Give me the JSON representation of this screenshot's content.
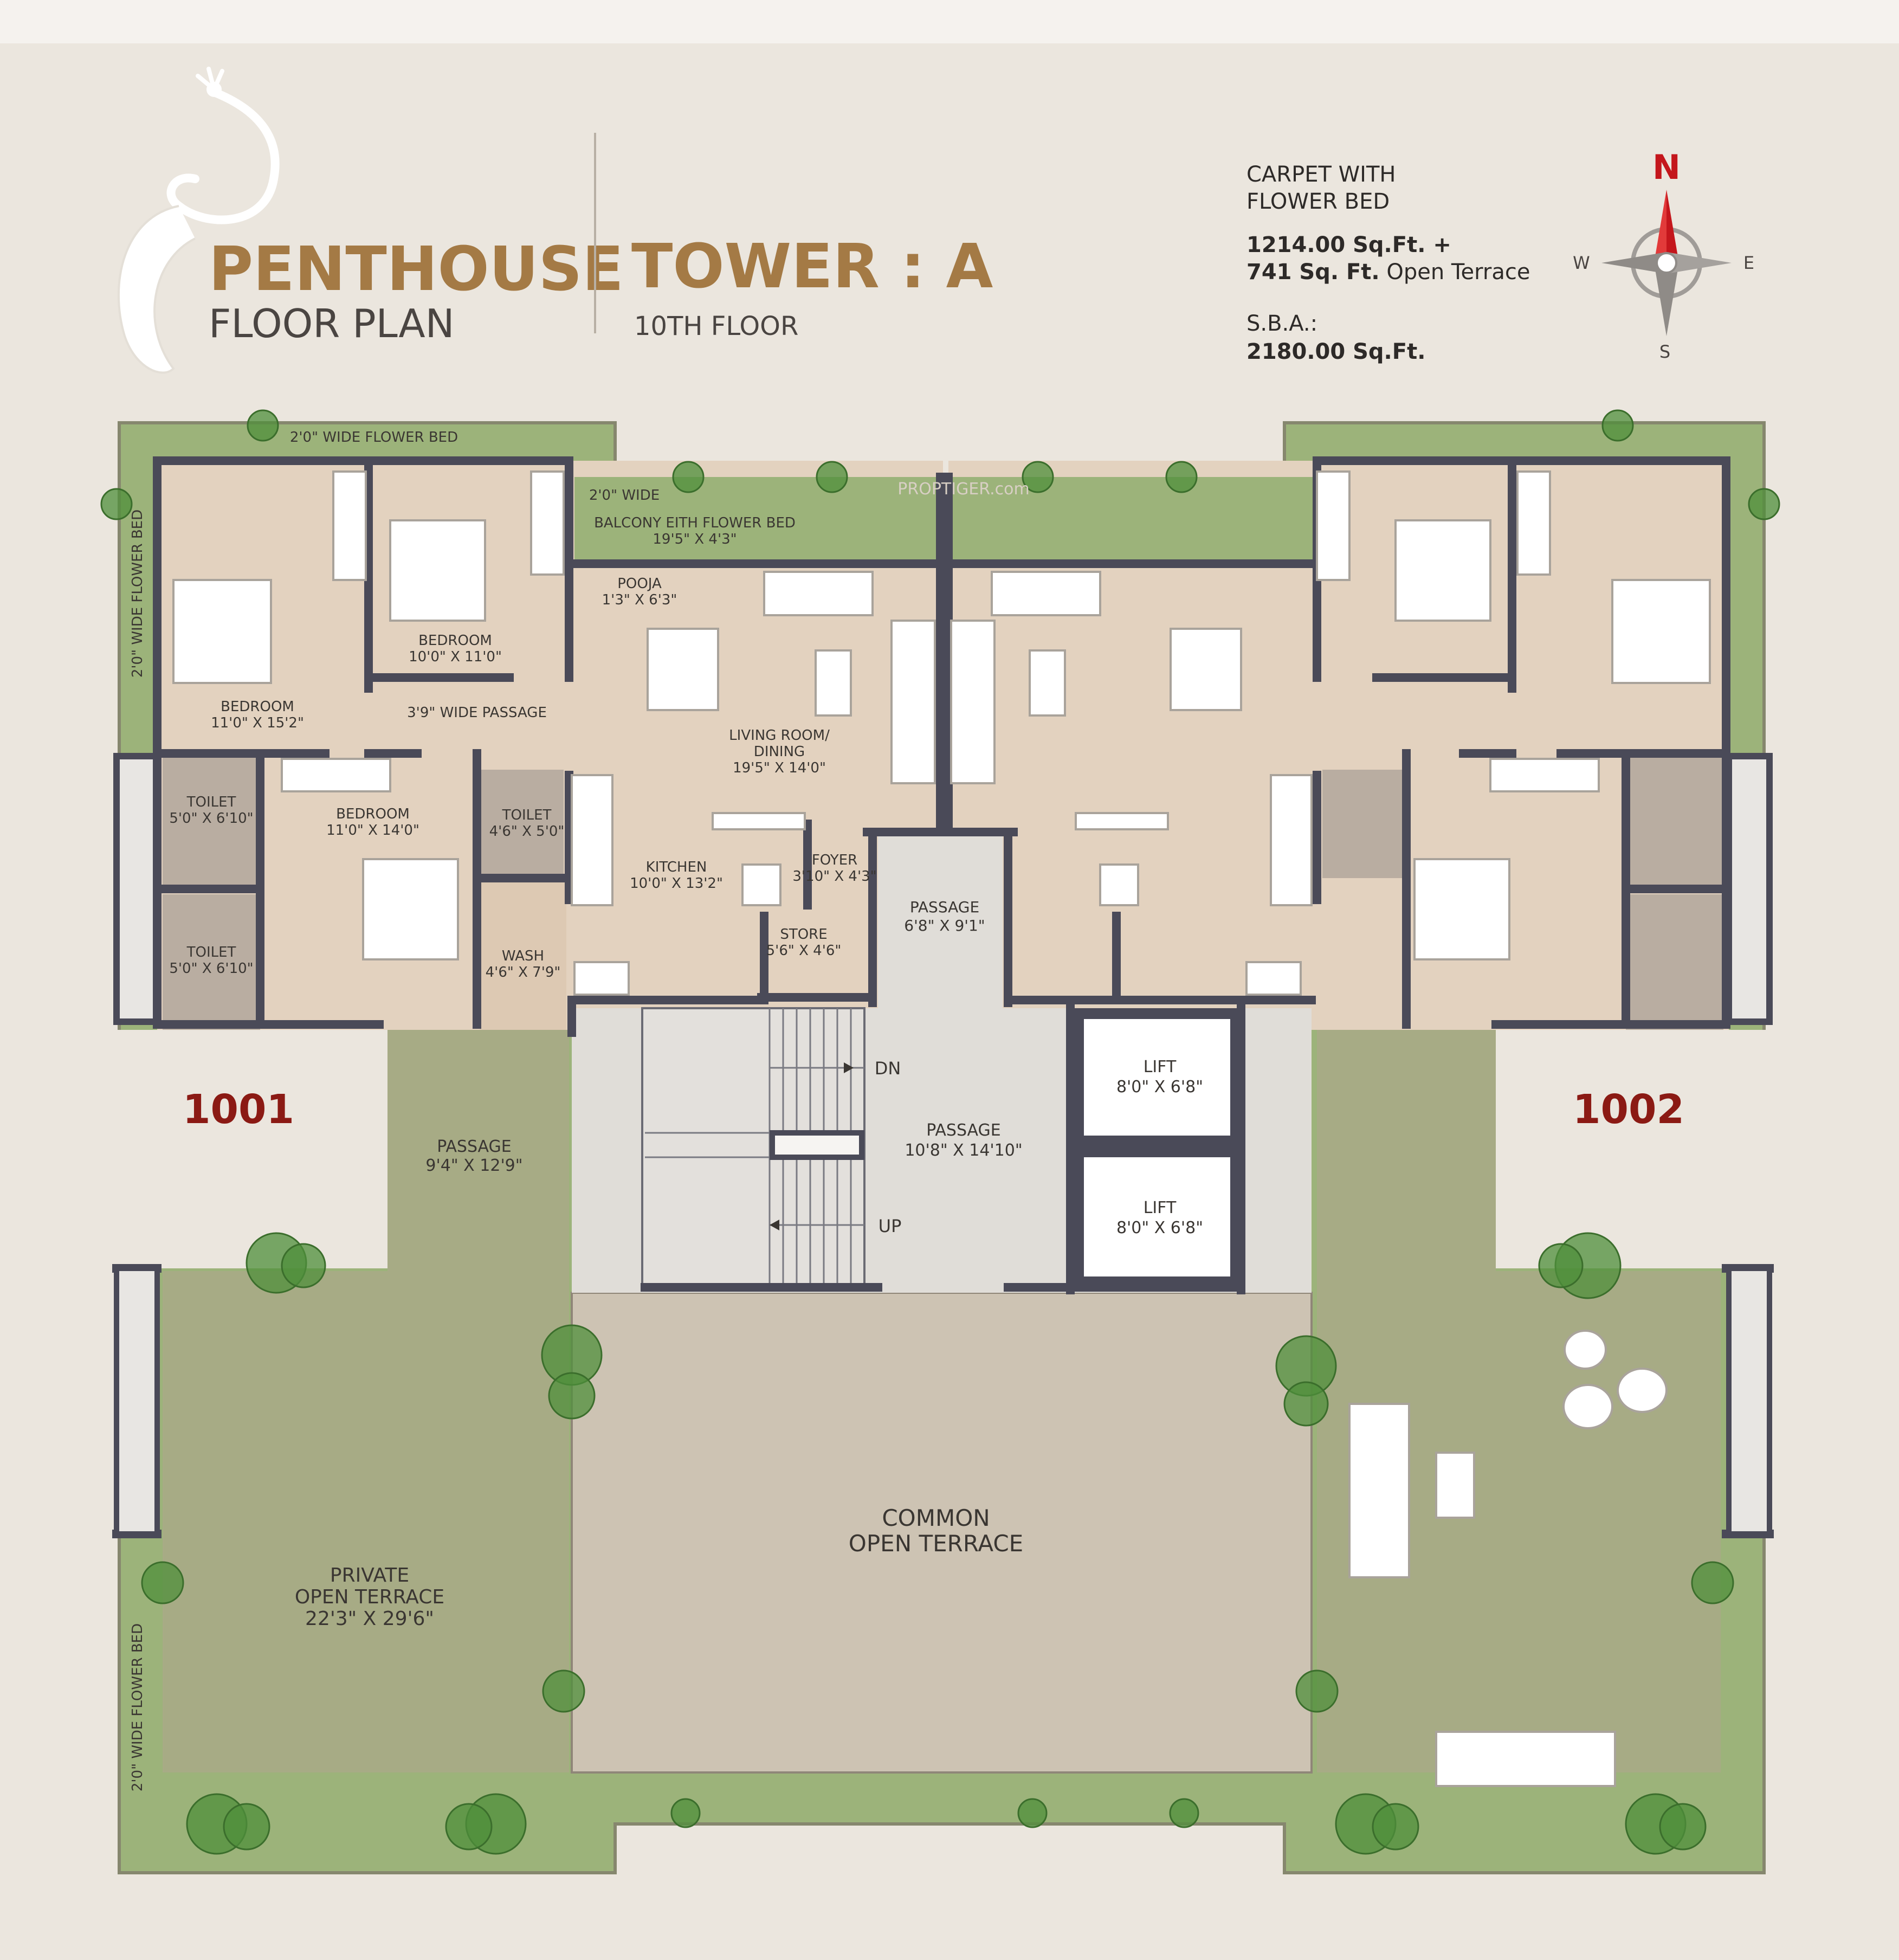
{
  "header": {
    "title_line1": "PENTHOUSE",
    "title_line2": "FLOOR PLAN",
    "tower": "TOWER : A",
    "floor": "10TH FLOOR"
  },
  "area_info": {
    "carpet_label_1": "CARPET WITH",
    "carpet_label_2": "FLOWER BED",
    "carpet_value_1": "1214.00 Sq.Ft. +",
    "carpet_value_2_bold": "741 Sq. Ft.",
    "carpet_value_2_rest": "Open Terrace",
    "sba_label": "S.B.A.:",
    "sba_value": "2180.00 Sq.Ft."
  },
  "compass": {
    "n": "N",
    "s": "S",
    "e": "E",
    "w": "W"
  },
  "watermark": "PROPTIGER.com",
  "units": {
    "left": "1001",
    "right": "1002"
  },
  "rooms": {
    "flower_bed_top": "2'0\" WIDE FLOWER BED",
    "flower_bed_left_top": "2'0\" WIDE FLOWER BED",
    "flower_bed_left_bottom": "2'0\" WIDE FLOWER BED",
    "balcony_1": "2'0\" WIDE",
    "balcony_2": "BALCONY EITH FLOWER BED",
    "balcony_3": "19'5\" X 4'3\"",
    "pooja_1": "POOJA",
    "pooja_2": "1'3\" X 6'3\"",
    "bedroom_a_1": "BEDROOM",
    "bedroom_a_2": "10'0\" X 11'0\"",
    "bedroom_b_1": "BEDROOM",
    "bedroom_b_2": "11'0\" X 15'2\"",
    "passage_wide": "3'9\" WIDE PASSAGE",
    "living_1": "LIVING ROOM/",
    "living_2": "DINING",
    "living_3": "19'5\" X 14'0\"",
    "toilet_a_1": "TOILET",
    "toilet_a_2": "5'0\" X 6'10\"",
    "bedroom_c_1": "BEDROOM",
    "bedroom_c_2": "11'0\" X 14'0\"",
    "toilet_b_1": "TOILET",
    "toilet_b_2": "4'6\" X 5'0\"",
    "kitchen_1": "KITCHEN",
    "kitchen_2": "10'0\" X 13'2\"",
    "foyer_1": "FOYER",
    "foyer_2": "3'10\" X 4'3\"",
    "passage_a_1": "PASSAGE",
    "passage_a_2": "6'8\" X 9'1\"",
    "toilet_c_1": "TOILET",
    "toilet_c_2": "5'0\" X 6'10\"",
    "wash_1": "WASH",
    "wash_2": "4'6\" X 7'9\"",
    "store_1": "STORE",
    "store_2": "5'6\" X 4'6\"",
    "stair_dn": "DN",
    "stair_up": "UP",
    "passage_b_1": "PASSAGE",
    "passage_b_2": "10'8\" X 14'10\"",
    "lift_1_1": "LIFT",
    "lift_1_2": "8'0\" X 6'8\"",
    "lift_2_1": "LIFT",
    "lift_2_2": "8'0\" X 6'8\"",
    "passage_c_1": "PASSAGE",
    "passage_c_2": "9'4\" X 12'9\"",
    "common_1": "COMMON",
    "common_2": "OPEN TERRACE",
    "private_1": "PRIVATE",
    "private_2": "OPEN TERRACE",
    "private_3": "22'3\" X 29'6\""
  },
  "colors": {
    "background": "#f5f2ee",
    "page_band": "#ebe6de",
    "green_bed": "#9cb37a",
    "terrace_green": "#a7ab85",
    "room_beige": "#e3d2bf",
    "toilet_grey": "#b9ada1",
    "common_terrace": "#cdc3b3",
    "passage_grey": "#e0ddd8",
    "wall": "#4a4a58",
    "title_gold": "#a47a45",
    "unit_red": "#8b1a14",
    "compass_red": "#c4161c"
  }
}
